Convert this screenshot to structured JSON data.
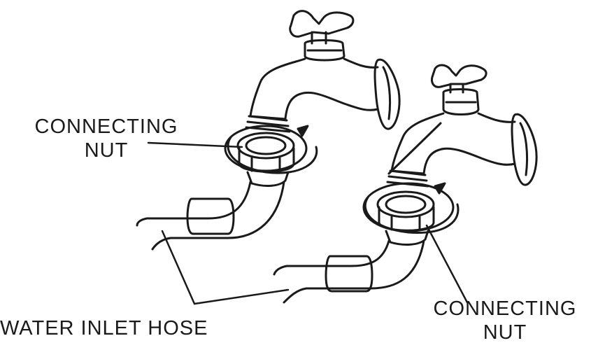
{
  "labels": {
    "nut_left_line1": "CONNECTING",
    "nut_left_line2": "NUT",
    "nut_right_line1": "CONNECTING",
    "nut_right_line2": "NUT",
    "hose": "WATER INLET HOSE"
  },
  "colors": {
    "ink": "#1a1a1a",
    "background": "#ffffff"
  }
}
